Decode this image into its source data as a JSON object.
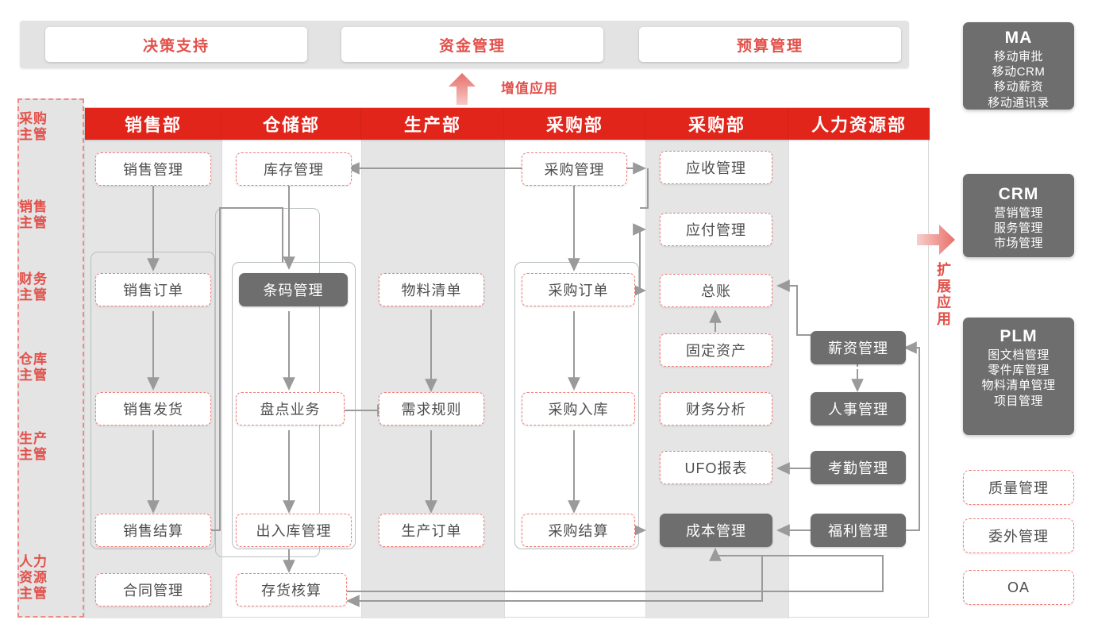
{
  "value_added": {
    "label": "增值应用",
    "cards": [
      "决策支持",
      "资金管理",
      "预算管理"
    ]
  },
  "roles": {
    "items": [
      "采购\n主管",
      "销售\n主管",
      "财务\n主管",
      "仓库\n主管",
      "生产\n主管",
      "人力\n资源\n主管"
    ],
    "lines": [
      [
        "采购",
        "主管"
      ],
      [
        "销售",
        "主管"
      ],
      [
        "财务",
        "主管"
      ],
      [
        "仓库",
        "主管"
      ],
      [
        "生产",
        "主管"
      ],
      [
        "人力",
        "资源",
        "主管"
      ]
    ]
  },
  "departments": [
    {
      "name": "销售部",
      "modules": [
        "销售管理",
        "销售订单",
        "销售发货",
        "销售结算",
        "合同管理"
      ]
    },
    {
      "name": "仓储部",
      "modules": [
        "库存管理",
        "条码管理",
        "盘点业务",
        "出入库管理",
        "存货核算"
      ]
    },
    {
      "name": "生产部",
      "modules": [
        "物料清单",
        "需求规则",
        "生产订单"
      ]
    },
    {
      "name": "采购部",
      "modules": [
        "采购管理",
        "采购订单",
        "采购入库",
        "采购结算"
      ]
    },
    {
      "name": "采购部",
      "modules": [
        "应收管理",
        "应付管理",
        "总账",
        "固定资产",
        "财务分析",
        "UFO报表",
        "成本管理"
      ]
    },
    {
      "name": "人力资源部",
      "modules": [
        "薪资管理",
        "人事管理",
        "考勤管理",
        "福利管理"
      ]
    }
  ],
  "nodes": {
    "sales_mgmt": "销售管理",
    "sales_order": "销售订单",
    "sales_ship": "销售发货",
    "sales_settle": "销售结算",
    "contract_mgmt": "合同管理",
    "stock_mgmt": "库存管理",
    "barcode_mgmt": "条码管理",
    "stocktake": "盘点业务",
    "inout_mgmt": "出入库管理",
    "inventory_acct": "存货核算",
    "bom": "物料清单",
    "demand_rule": "需求规则",
    "prod_order": "生产订单",
    "purchase_mgmt": "采购管理",
    "purchase_order": "采购订单",
    "purchase_in": "采购入库",
    "purchase_settle": "采购结算",
    "receivable": "应收管理",
    "payable": "应付管理",
    "ledger": "总账",
    "fixed_asset": "固定资产",
    "fin_analysis": "财务分析",
    "ufo_report": "UFO报表",
    "cost_mgmt": "成本管理",
    "payroll": "薪资管理",
    "personnel": "人事管理",
    "attendance": "考勤管理",
    "welfare": "福利管理"
  },
  "extension": {
    "label_chars": [
      "扩",
      "展",
      "应",
      "用"
    ],
    "cards": [
      {
        "title": "MA",
        "lines": [
          "移动审批",
          "移动CRM",
          "移动薪资",
          "移动通讯录"
        ]
      },
      {
        "title": "CRM",
        "lines": [
          "营销管理",
          "服务管理",
          "市场管理"
        ]
      },
      {
        "title": "PLM",
        "lines": [
          "图文档管理",
          "零件库管理",
          "物料清单管理",
          "项目管理"
        ]
      }
    ],
    "pills": [
      "质量管理",
      "委外管理",
      "OA"
    ]
  },
  "colors": {
    "header_red": "#e1251b",
    "accent_red": "#e2504a",
    "dark_gray": "#6e6e6e",
    "band_gray": "#e5e5e5",
    "wire_gray": "#9a9a9a"
  }
}
